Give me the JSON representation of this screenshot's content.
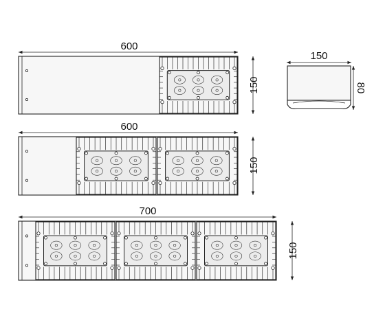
{
  "views": {
    "front_600_single": {
      "width_label": "600",
      "height_label": "150",
      "modules": 1
    },
    "side_view": {
      "width_label": "150",
      "height_label": "80"
    },
    "front_600_double": {
      "width_label": "600",
      "height_label": "150",
      "modules": 2
    },
    "front_700_triple": {
      "width_label": "700",
      "height_label": "150",
      "modules": 3
    }
  }
}
